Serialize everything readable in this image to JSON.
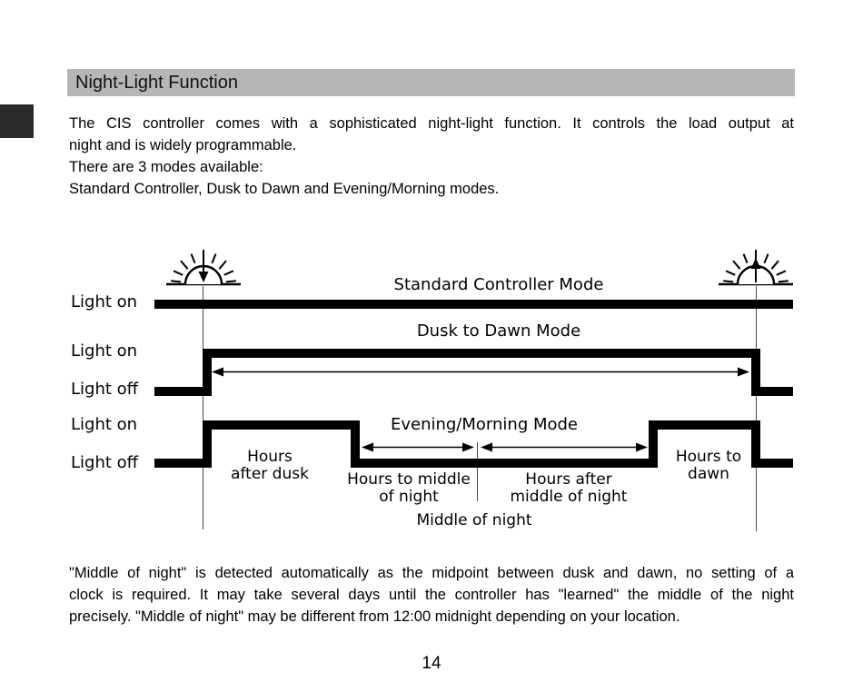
{
  "page": {
    "number": "14"
  },
  "header": {
    "title": "Night-Light Function",
    "bar_color": "#b6b6b6",
    "tab_color": "#2b2b2b"
  },
  "intro": {
    "lines": [
      "The CIS controller comes with a sophisticated night-light function. It controls the load output at",
      "night and is widely programmable.",
      "There are 3 modes available:",
      "Standard Controller, Dusk to Dawn and Evening/Morning modes."
    ]
  },
  "diagram": {
    "modes": {
      "standard": "Standard Controller Mode",
      "dusk_to_dawn": "Dusk to Dawn Mode",
      "evening_morning": "Evening/Morning Mode"
    },
    "labels": {
      "light_on": "Light on",
      "light_off": "Light off"
    },
    "annotations": {
      "hours_after_dusk_1": "Hours",
      "hours_after_dusk_2": "after dusk",
      "hours_to_middle_1": "Hours to middle",
      "hours_to_middle_2": "of night",
      "hours_after_middle_1": "Hours after",
      "hours_after_middle_2": "middle of night",
      "hours_to_dawn_1": "Hours to",
      "hours_to_dawn_2": "dawn",
      "middle_of_night": "Middle of night"
    },
    "icons": {
      "dusk": "sunset (sun with down arrow)",
      "dawn": "sunrise (sun with up arrow)"
    },
    "waveform_color": "#000000"
  },
  "footer_note": {
    "lines": [
      "\"Middle of night\" is detected automatically as the midpoint between dusk and dawn, no setting of a",
      "clock is required. It may take several days until the controller has \"learned\" the middle of the night",
      "precisely. \"Middle of night\" may be different from 12:00 midnight depending on your location."
    ]
  }
}
